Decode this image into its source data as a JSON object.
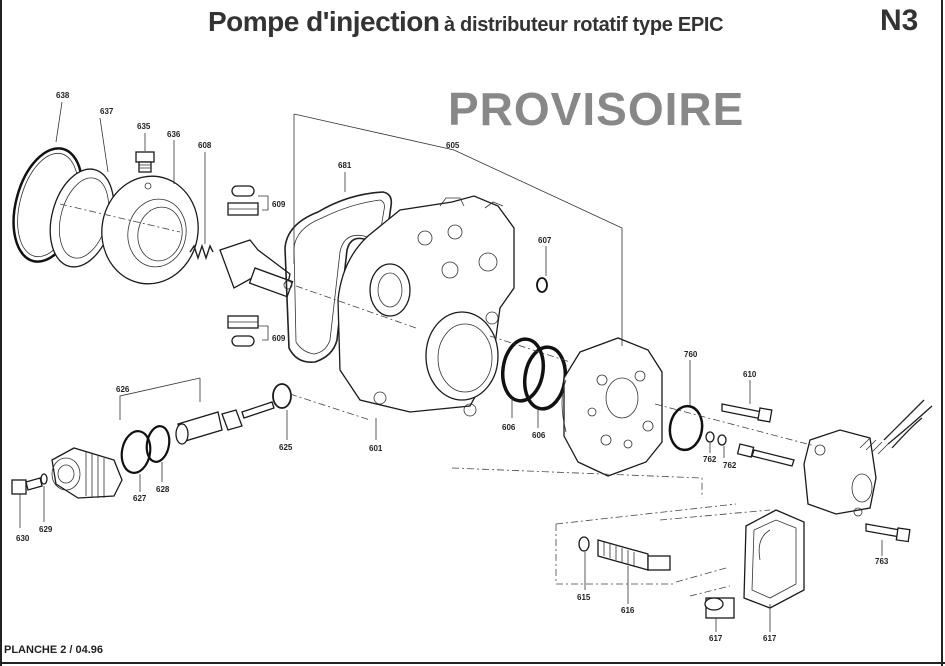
{
  "header": {
    "title_main": "Pompe d'injection",
    "title_sub": "à distributeur rotatif type EPIC",
    "sheet_code": "N3",
    "stamp": "PROVISOIRE"
  },
  "footer": {
    "plate": "PLANCHE 2 / 04.96"
  },
  "parts": [
    {
      "ref": "638"
    },
    {
      "ref": "637"
    },
    {
      "ref": "635"
    },
    {
      "ref": "636"
    },
    {
      "ref": "608"
    },
    {
      "ref": "681"
    },
    {
      "ref": "605"
    },
    {
      "ref": "609"
    },
    {
      "ref": "609"
    },
    {
      "ref": "607"
    },
    {
      "ref": "760"
    },
    {
      "ref": "610"
    },
    {
      "ref": "626"
    },
    {
      "ref": "625"
    },
    {
      "ref": "601"
    },
    {
      "ref": "606"
    },
    {
      "ref": "606"
    },
    {
      "ref": "762"
    },
    {
      "ref": "762"
    },
    {
      "ref": "627"
    },
    {
      "ref": "628"
    },
    {
      "ref": "629"
    },
    {
      "ref": "630"
    },
    {
      "ref": "763"
    },
    {
      "ref": "615"
    },
    {
      "ref": "616"
    },
    {
      "ref": "617"
    },
    {
      "ref": "617"
    }
  ]
}
